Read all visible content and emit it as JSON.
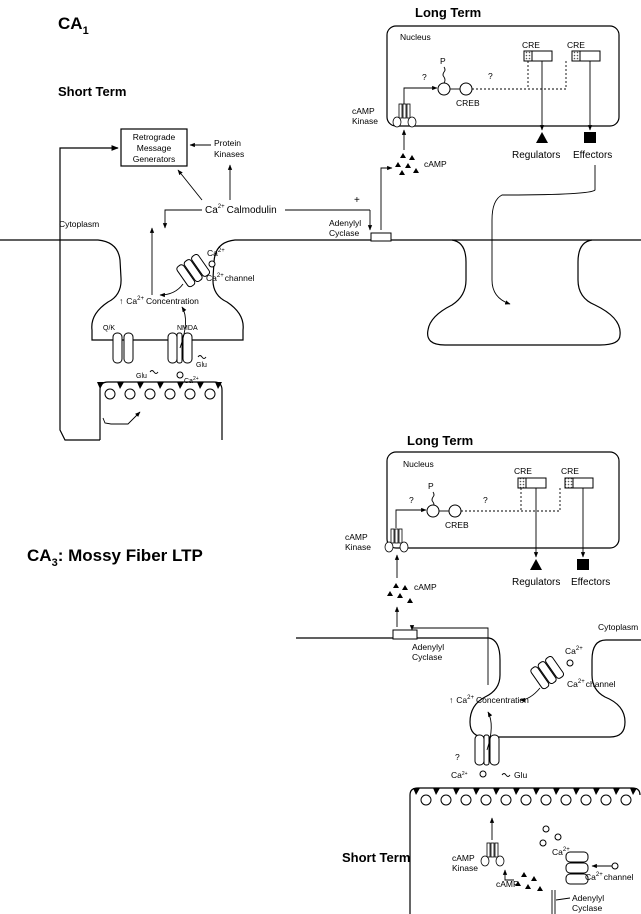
{
  "ca1": {
    "title": "CA",
    "title_sub": "1",
    "short_term": "Short Term",
    "long_term": "Long Term",
    "nucleus": "Nucleus",
    "cre1": "CRE",
    "cre2": "CRE",
    "p": "P",
    "creb": "CREB",
    "q1": "?",
    "q2": "?",
    "camp_kinase_1": "cAMP",
    "camp_kinase_2": "Kinase",
    "camp": "cAMP",
    "regulators": "Regulators",
    "effectors": "Effectors",
    "retro1": "Retrograde",
    "retro2": "Message",
    "retro3": "Generators",
    "pk1": "Protein",
    "pk2": "Kinases",
    "ca": "Ca",
    "ca_sup": "2+",
    "calmodulin": "Calmodulin",
    "plus": "+",
    "cytoplasm": "Cytoplasm",
    "adenylyl": "Adenylyl",
    "cyclase": "Cyclase",
    "ca_channel_ca": "Ca",
    "ca_channel_sup": "2+",
    "ca_channel": "channel",
    "ca2plus_top": "Ca",
    "ca2plus_top_sup": "2+",
    "conc_arrow": "↑",
    "conc_ca": "Ca",
    "conc_sup": "2+",
    "concentration": "Concentration",
    "qk": "Q/K",
    "nmda": "NMDA",
    "glu1": "Glu",
    "glu2": "Glu",
    "ca_bottom": "Ca",
    "ca_bottom_sup": "2+"
  },
  "ca3": {
    "title_a": "CA",
    "title_sub": "3",
    "title_b": ":  Mossy Fiber LTP",
    "long_term": "Long Term",
    "nucleus": "Nucleus",
    "cre1": "CRE",
    "cre2": "CRE",
    "p": "P",
    "creb": "CREB",
    "q1": "?",
    "q2": "?",
    "camp_kinase_1": "cAMP",
    "camp_kinase_2": "Kinase",
    "camp": "cAMP",
    "regulators": "Regulators",
    "effectors": "Effectors",
    "cytoplasm": "Cytoplasm",
    "adenylyl": "Adenylyl",
    "cyclase": "Cyclase",
    "ca_top": "Ca",
    "ca_top_sup": "2+",
    "ca_channel_ca": "Ca",
    "ca_channel_sup": "2+",
    "ca_channel": "channel",
    "conc_arrow": "↑",
    "conc_ca": "Ca",
    "conc_sup": "2+",
    "concentration": "Concentration",
    "q3": "?",
    "ca_left": "Ca",
    "ca_left_sup": "2+",
    "glu": "Glu",
    "short_term": "Short Term",
    "st_kinase_1": "cAMP",
    "st_kinase_2": "Kinase",
    "st_camp": "cAMP",
    "st_ca": "Ca",
    "st_ca_sup": "2+",
    "st_channel_ca": "Ca",
    "st_channel_sup": "2+",
    "st_channel": "channel",
    "st_adenylyl": "Adenylyl",
    "st_cyclase": "Cyclase"
  }
}
